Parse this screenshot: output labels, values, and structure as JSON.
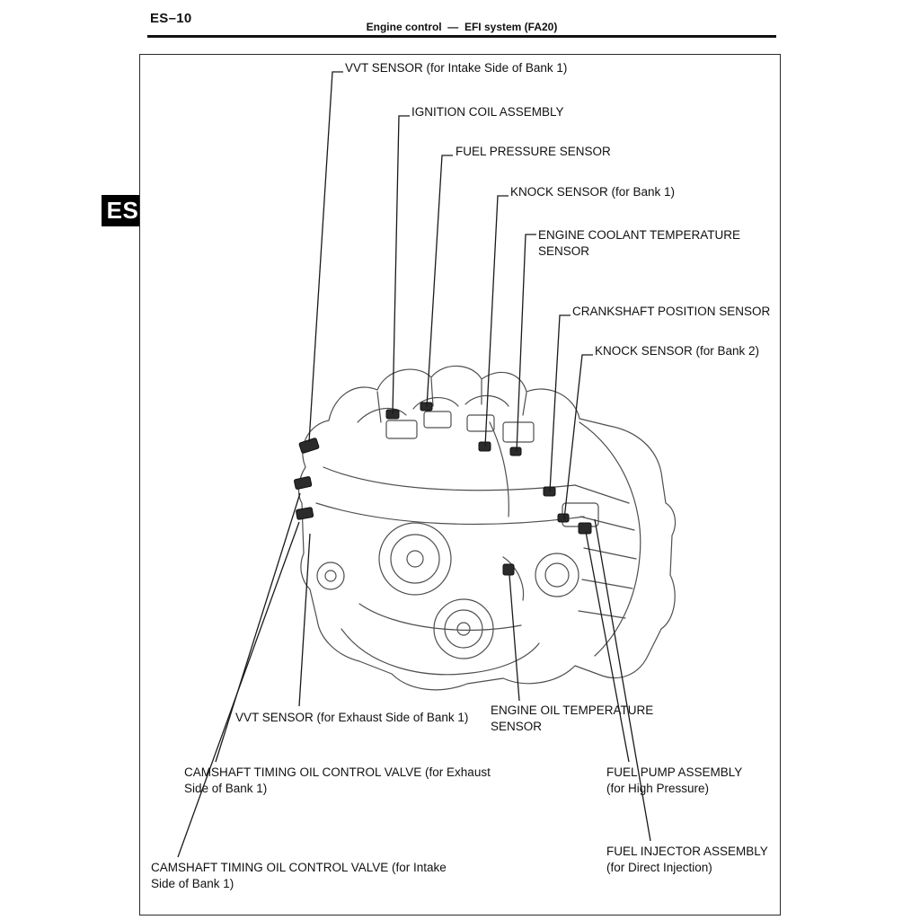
{
  "page": {
    "page_number": "ES–10",
    "header_title": "Engine control  —  EFI system (FA20)",
    "side_tab": "ES"
  },
  "diagram": {
    "labels": [
      "VVT SENSOR (for Intake Side of Bank 1)",
      "IGNITION COIL ASSEMBLY",
      "FUEL PRESSURE SENSOR",
      "KNOCK SENSOR (for Bank 1)",
      "ENGINE COOLANT TEMPERATURE\nSENSOR",
      "CRANKSHAFT POSITION SENSOR",
      "KNOCK SENSOR (for Bank 2)",
      "VVT SENSOR (for Exhaust Side of Bank 1)",
      "ENGINE OIL TEMPERATURE\nSENSOR",
      "CAMSHAFT TIMING OIL CONTROL VALVE (for Exhaust\nSide of Bank 1)",
      "FUEL PUMP ASSEMBLY\n(for High Pressure)",
      "CAMSHAFT TIMING OIL CONTROL VALVE (for Intake\nSide of Bank 1)",
      "FUEL INJECTOR ASSEMBLY\n(for Direct Injection)"
    ]
  }
}
